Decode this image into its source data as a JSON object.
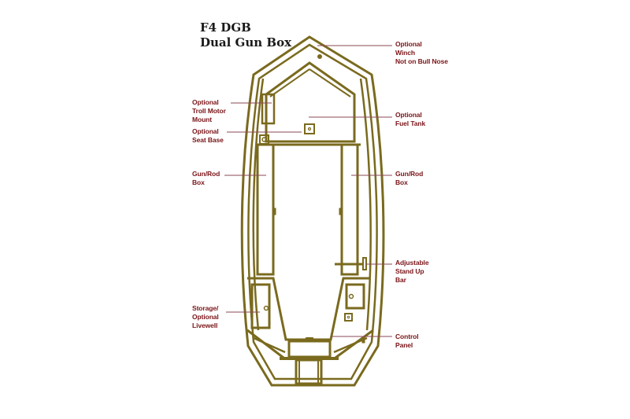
{
  "title": {
    "line1": "F4 DGB",
    "line2": "Dual Gun Box"
  },
  "colors": {
    "outline": "#7a6a1e",
    "label_text": "#7a1418",
    "leader_line": "#8a4a55",
    "title_text": "#1a1a1a",
    "background": "#ffffff"
  },
  "labels": {
    "winch": {
      "lines": [
        "Optional",
        "Winch",
        "Not on Bull Nose"
      ]
    },
    "troll_motor": {
      "lines": [
        "Optional",
        "Troll Motor",
        "Mount"
      ]
    },
    "fuel_tank": {
      "lines": [
        "Optional",
        "Fuel Tank"
      ]
    },
    "seat_base": {
      "lines": [
        "Optional",
        "Seat Base"
      ]
    },
    "gun_rod_left": {
      "lines": [
        "Gun/Rod",
        "Box"
      ]
    },
    "gun_rod_right": {
      "lines": [
        "Gun/Rod",
        "Box"
      ]
    },
    "stand_up_bar": {
      "lines": [
        "Adjustable",
        "Stand Up",
        "Bar"
      ]
    },
    "storage": {
      "lines": [
        "Storage/",
        "Optional",
        "Livewell"
      ]
    },
    "control_panel": {
      "lines": [
        "Control",
        "Panel"
      ]
    }
  }
}
